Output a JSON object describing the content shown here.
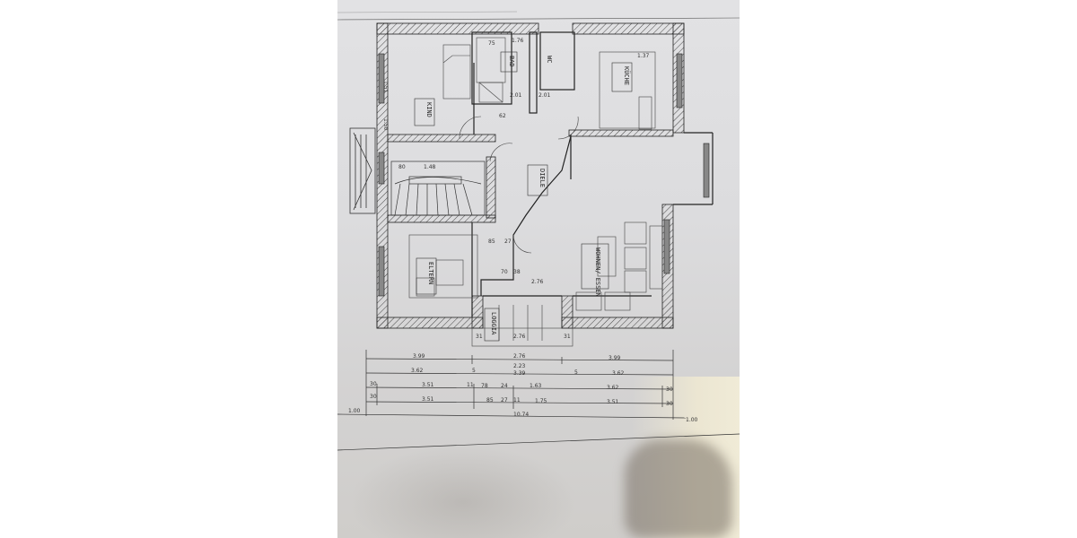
{
  "document": {
    "type": "floor-plan",
    "background_color": "#ffffff",
    "paper_color": "#dddddf",
    "line_color": "#2a2a2a"
  },
  "rooms": [
    {
      "id": "kind",
      "label": "KIND",
      "position": "top-left"
    },
    {
      "id": "bad",
      "label": "BAD",
      "position": "top-center-left"
    },
    {
      "id": "wc",
      "label": "WC",
      "position": "top-center-right"
    },
    {
      "id": "kueche",
      "label": "KÜCHE",
      "position": "top-right"
    },
    {
      "id": "diele",
      "label": "DIELE",
      "position": "center"
    },
    {
      "id": "eltern",
      "label": "ELTERN",
      "position": "bottom-left"
    },
    {
      "id": "wohnen",
      "label": "WOHNEN/ ESSEN",
      "position": "bottom-right"
    },
    {
      "id": "loggia",
      "label": "LOGGIA",
      "position": "bottom-center"
    }
  ],
  "inner_dimensions": {
    "kind_height": "1.51",
    "kind_lower": "1.50",
    "bad_width": "75",
    "bad_top": "1.76",
    "bad_door": "2.01",
    "wc_door": "2.01",
    "kueche_top": "1.37",
    "diele_width": "1.48",
    "stair_80": "80",
    "loggia_width": "2.76",
    "loggia_side_left": "31",
    "loggia_side_right": "31",
    "wohnen_276": "2.76",
    "diele_62": "62",
    "diele_85": "85",
    "diele_27": "27",
    "diele_38": "38",
    "diele_70": "70"
  },
  "dimension_lines": {
    "row1": [
      "3.99",
      "2.76",
      "3.99"
    ],
    "row2": [
      "2.23"
    ],
    "row3": [
      "3.62",
      "5",
      "3.39",
      "5",
      "3.62"
    ],
    "row4": [
      "30",
      "3.51",
      "11",
      "78",
      "24",
      "1.63",
      "3.62",
      "30"
    ],
    "row5": [
      "30",
      "3.51",
      "85",
      "27",
      "11",
      "1.75",
      "3.51",
      "30"
    ],
    "total": "10.74",
    "overhang_left": "1.00",
    "overhang_right": "1.00"
  }
}
